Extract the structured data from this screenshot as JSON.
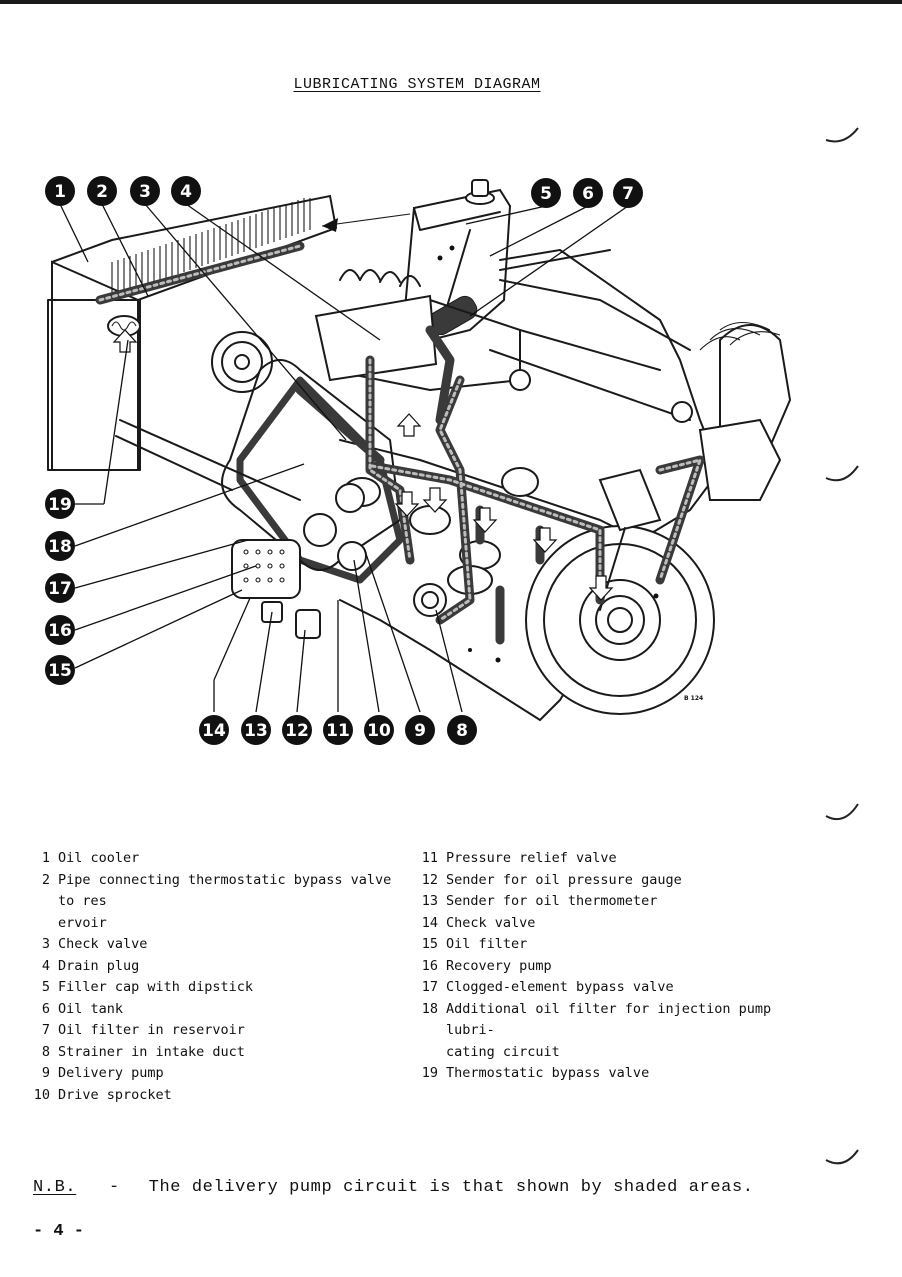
{
  "title": "LUBRICATING SYSTEM DIAGRAM",
  "figure": {
    "callouts": [
      "1",
      "2",
      "3",
      "4",
      "5",
      "6",
      "7",
      "8",
      "9",
      "10",
      "11",
      "12",
      "13",
      "14",
      "15",
      "16",
      "17",
      "18",
      "19"
    ],
    "reference_code": "B 124"
  },
  "legend": {
    "left": [
      {
        "num": "1",
        "text": "Oil cooler"
      },
      {
        "num": "2",
        "text": "Pipe connecting thermostatic bypass valve to res",
        "underlined_tail": "",
        "continuation": "ervoir"
      },
      {
        "num": "3",
        "text": "Check valve"
      },
      {
        "num": "4",
        "text": "Drain plug"
      },
      {
        "num": "5",
        "text": "Filler cap with dipstick"
      },
      {
        "num": "6",
        "text": "Oil tank"
      },
      {
        "num": "7",
        "text": "Oil filter in reservoir"
      },
      {
        "num": "8",
        "text": "Strainer in intake duct"
      },
      {
        "num": "9",
        "text": "Delivery pump"
      },
      {
        "num": "10",
        "text": "Drive sprocket"
      }
    ],
    "right": [
      {
        "num": "11",
        "text": "Pressure relief valve"
      },
      {
        "num": "12",
        "text": "Sender for oil pressure gauge"
      },
      {
        "num": "13",
        "text": "Sender for oil thermometer"
      },
      {
        "num": "14",
        "text": "Check valve"
      },
      {
        "num": "15",
        "text": "Oil filter"
      },
      {
        "num": "16",
        "text": "Recovery pump"
      },
      {
        "num": "17",
        "text": "Clogged-element bypass valve"
      },
      {
        "num": "18",
        "text": "Additional oil filter  for injection pump lubri-",
        "continuation": "cating circuit"
      },
      {
        "num": "19",
        "text": "Thermostatic bypass valve"
      }
    ]
  },
  "note": {
    "label": "N.B.",
    "dash": "-",
    "text": "The delivery pump circuit is that shown by shaded areas."
  },
  "page_number": "- 4 -"
}
